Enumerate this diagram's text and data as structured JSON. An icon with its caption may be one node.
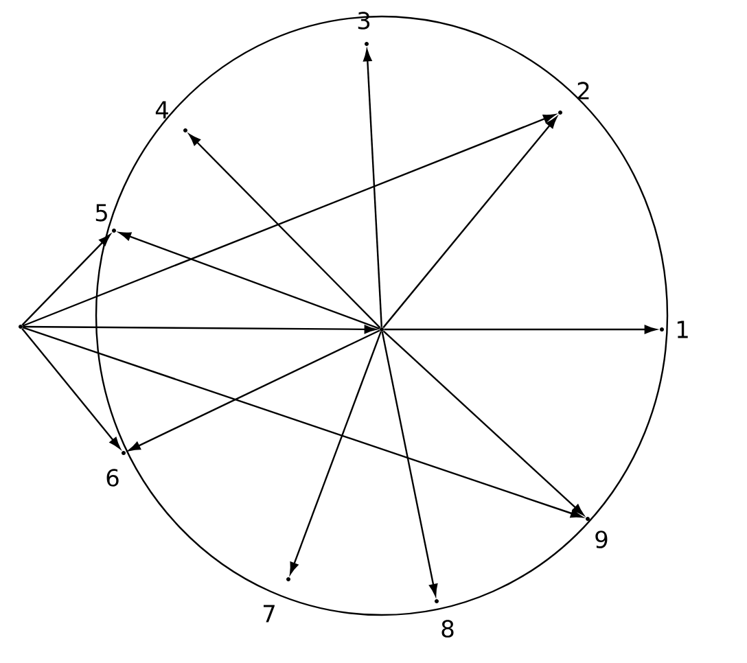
{
  "diagram": {
    "nodes": [
      {
        "text": [],
        "shape": "point"
      },
      {
        "text": [],
        "shape": "point"
      },
      {
        "text": [],
        "shape": "point",
        "beside": [
          "1"
        ]
      },
      {
        "text": [],
        "shape": "point",
        "beside": [
          "2"
        ]
      },
      {
        "text": [],
        "shape": "point",
        "beside": [
          "3"
        ]
      },
      {
        "text": [],
        "shape": "point",
        "beside": [
          "4"
        ]
      },
      {
        "text": [],
        "shape": "point",
        "beside": [
          "5"
        ]
      },
      {
        "text": [],
        "shape": "point",
        "beside": [
          "6"
        ]
      },
      {
        "text": [],
        "shape": "point",
        "beside": [
          "7"
        ]
      },
      {
        "text": [],
        "shape": "point",
        "beside": [
          "8"
        ]
      },
      {
        "text": [],
        "shape": "point",
        "beside": [
          "9"
        ]
      }
    ],
    "edges": [
      {
        "from": 1,
        "to": 2,
        "arrow": "to"
      },
      {
        "from": 1,
        "to": 3,
        "arrow": "to"
      },
      {
        "from": 1,
        "to": 4,
        "arrow": "to"
      },
      {
        "from": 1,
        "to": 5,
        "arrow": "to"
      },
      {
        "from": 1,
        "to": 6,
        "arrow": "to"
      },
      {
        "from": 1,
        "to": 7,
        "arrow": "to"
      },
      {
        "from": 1,
        "to": 8,
        "arrow": "to"
      },
      {
        "from": 1,
        "to": 9,
        "arrow": "to"
      },
      {
        "from": 1,
        "to": 10,
        "arrow": "to"
      },
      {
        "from": 0,
        "to": 6,
        "arrow": "to"
      },
      {
        "from": 0,
        "to": 3,
        "arrow": "to"
      },
      {
        "from": 0,
        "to": 1,
        "arrow": "to"
      },
      {
        "from": 0,
        "to": 7,
        "arrow": "to"
      },
      {
        "from": 0,
        "to": 10,
        "arrow": "to"
      }
    ]
  }
}
